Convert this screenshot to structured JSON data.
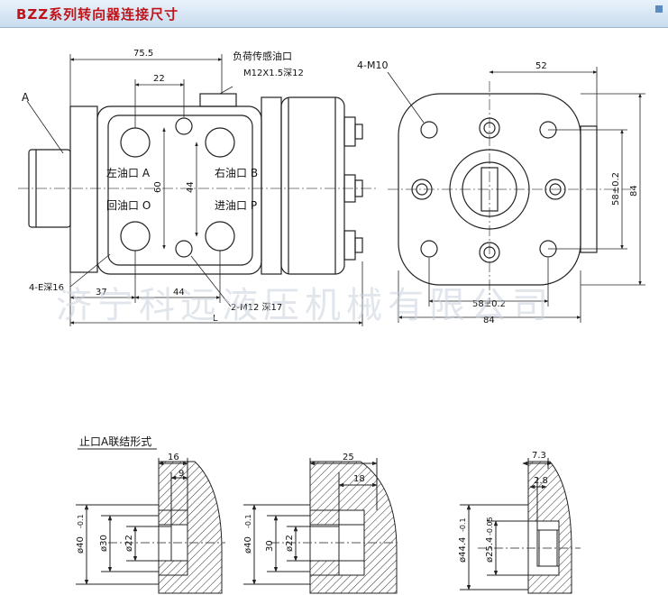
{
  "header": {
    "title": "BZZ系列转向器连接尺寸",
    "title_color": "#c0141b"
  },
  "watermark": "济宁科远液压机械有限公司",
  "side_view": {
    "ref_a": "A",
    "dim_top": "75.5",
    "dim_inner": "22",
    "load_port_label": "负荷传感油口",
    "load_port_thread": "M12X1.5深12",
    "port_left_a": "左油口 A",
    "port_right_b": "右油口 B",
    "port_return_o": "回油口 O",
    "port_inlet_p": "进油口 P",
    "dim_60": "60",
    "dim_44v": "44",
    "mount_thread": "4-E深16",
    "bolt_thread": "2-M12 深17",
    "dim_37": "37",
    "dim_44h": "44",
    "dim_l": "L"
  },
  "end_view": {
    "mount": "4-M10",
    "dim_52": "52",
    "dim_58v": "58±0.2",
    "dim_84v": "84",
    "dim_58h": "58±0.2",
    "dim_84h": "84"
  },
  "detail": {
    "title": "止口A联结形式",
    "d1": {
      "w1": "16",
      "w2": "9",
      "od": "ø40",
      "od_tol": "-0.1",
      "d30": "ø30",
      "d22": "ø22"
    },
    "d2": {
      "w1": "25",
      "w2": "18",
      "od": "ø40",
      "od_tol": "-0.1",
      "d30": "30",
      "d22": "ø22"
    },
    "d3": {
      "w1": "7.3",
      "w2": "2.8",
      "od": "ø44.4",
      "od_tol": "-0.1",
      "d25": "ø25.4",
      "d25_tol": "-0.05"
    }
  }
}
